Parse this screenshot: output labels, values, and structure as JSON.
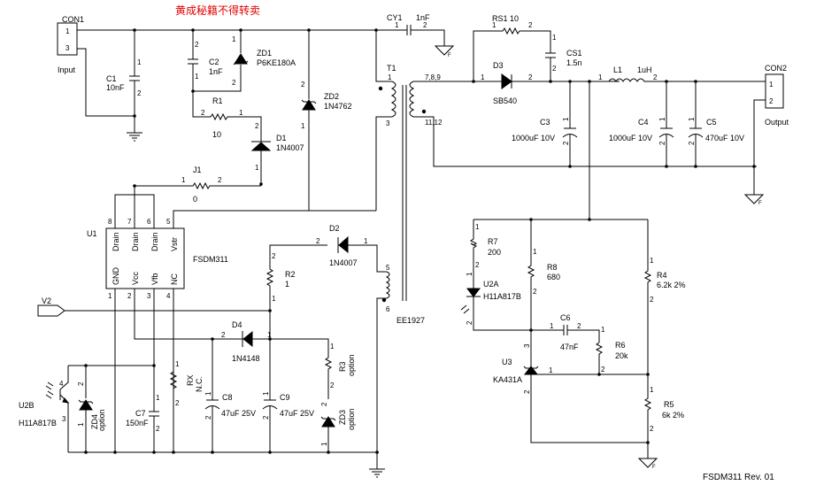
{
  "header": {
    "watermark": "黄成秘籍不得转卖"
  },
  "footer": {
    "revision": "FSDM311 Rev. 01"
  },
  "colors": {
    "wire": "#000000",
    "watermark": "#e00000",
    "background": "#ffffff"
  },
  "connectors": {
    "con1": {
      "ref": "CON1",
      "label": "Input",
      "pins": [
        "1",
        "3"
      ]
    },
    "con2": {
      "ref": "CON2",
      "label": "Output",
      "pins": [
        "1",
        "2"
      ]
    }
  },
  "net_labels": {
    "v2": "V2"
  },
  "components": {
    "C1": {
      "ref": "C1",
      "value": "10nF",
      "p1": "1",
      "p2": "2"
    },
    "C2": {
      "ref": "C2",
      "value": "1nF",
      "p1": "1",
      "p2": "2"
    },
    "ZD1": {
      "ref": "ZD1",
      "value": "P6KE180A",
      "p1": "1",
      "p2": "2"
    },
    "R1": {
      "ref": "R1",
      "value": "10",
      "p1": "1",
      "p2": "2"
    },
    "D1": {
      "ref": "D1",
      "value": "1N4007",
      "p1": "1",
      "p2": "2"
    },
    "ZD2": {
      "ref": "ZD2",
      "value": "1N4762",
      "p1": "1",
      "p2": "2"
    },
    "J1": {
      "ref": "J1",
      "value": "0",
      "p1": "1",
      "p2": "2"
    },
    "CY1": {
      "ref": "CY1",
      "value": "1nF",
      "p1": "1",
      "p2": "2"
    },
    "T1": {
      "ref": "T1",
      "pins": [
        "1",
        "3",
        "7,8,9",
        "11,12",
        "5",
        "6"
      ],
      "core": "EE1927"
    },
    "RS1": {
      "ref": "RS1",
      "value": "10",
      "p1": "1",
      "p2": "2"
    },
    "CS1": {
      "ref": "CS1",
      "value": "1.5n",
      "p1": "1",
      "p2": "2"
    },
    "D3": {
      "ref": "D3",
      "value": "SB540",
      "p1": "1",
      "p2": "2"
    },
    "L1": {
      "ref": "L1",
      "value": "1uH",
      "p1": "1",
      "p2": "2"
    },
    "C3": {
      "ref": "C3",
      "value": "1000uF 10V",
      "p1": "1",
      "p2": "2"
    },
    "C4": {
      "ref": "C4",
      "value": "1000uF 10V",
      "p1": "1",
      "p2": "2"
    },
    "C5": {
      "ref": "C5",
      "value": "470uF 10V",
      "p1": "1",
      "p2": "2"
    },
    "U1": {
      "ref": "U1",
      "value": "FSDM311",
      "top_pins": [
        {
          "num": "8",
          "name": "Drain"
        },
        {
          "num": "7",
          "name": "Drain"
        },
        {
          "num": "6",
          "name": "Drain"
        },
        {
          "num": "5",
          "name": "Vstr"
        }
      ],
      "bottom_pins": [
        {
          "num": "1",
          "name": "GND"
        },
        {
          "num": "2",
          "name": "Vcc"
        },
        {
          "num": "3",
          "name": "Vfb"
        },
        {
          "num": "4",
          "name": "NC"
        }
      ]
    },
    "D2": {
      "ref": "D2",
      "value": "1N4007",
      "p1": "1",
      "p2": "2"
    },
    "R2": {
      "ref": "R2",
      "value": "1",
      "p1": "1",
      "p2": "2"
    },
    "D4": {
      "ref": "D4",
      "value": "1N4148",
      "p1": "1",
      "p2": "2"
    },
    "R3": {
      "ref": "R3",
      "value": "option",
      "p1": "1",
      "p2": "2"
    },
    "ZD3": {
      "ref": "ZD3",
      "value": "option",
      "p1": "1",
      "p2": "2"
    },
    "C8": {
      "ref": "C8",
      "value": "47uF 25V",
      "p1": "1",
      "p2": "2"
    },
    "C9": {
      "ref": "C9",
      "value": "47uF 25V",
      "p1": "1",
      "p2": "2"
    },
    "RX": {
      "ref": "RX",
      "value": "N.C.",
      "p1": "1",
      "p2": "2"
    },
    "C7": {
      "ref": "C7",
      "value": "150nF",
      "p1": "1",
      "p2": "2"
    },
    "ZD4": {
      "ref": "ZD4",
      "value": "option",
      "p1": "1",
      "p2": "2"
    },
    "U2B": {
      "ref": "U2B",
      "value": "H11A817B",
      "p3": "3",
      "p4": "4"
    },
    "R7": {
      "ref": "R7",
      "value": "200",
      "p1": "1",
      "p2": "2"
    },
    "U2A": {
      "ref": "U2A",
      "value": "H11A817B",
      "p1": "1",
      "p2": "2"
    },
    "R8": {
      "ref": "R8",
      "value": "680",
      "p1": "1",
      "p2": "2"
    },
    "R4": {
      "ref": "R4",
      "value": "6.2k 2%",
      "p1": "1",
      "p2": "2"
    },
    "C6": {
      "ref": "C6",
      "value": "47nF",
      "p1": "1",
      "p2": "2"
    },
    "R6": {
      "ref": "R6",
      "value": "20k",
      "p1": "1",
      "p2": "2"
    },
    "U3": {
      "ref": "U3",
      "value": "KA431A",
      "p1": "1",
      "p2": "2",
      "p3": "3"
    },
    "R5": {
      "ref": "R5",
      "value": "6k 2%",
      "p1": "1",
      "p2": "2"
    }
  }
}
